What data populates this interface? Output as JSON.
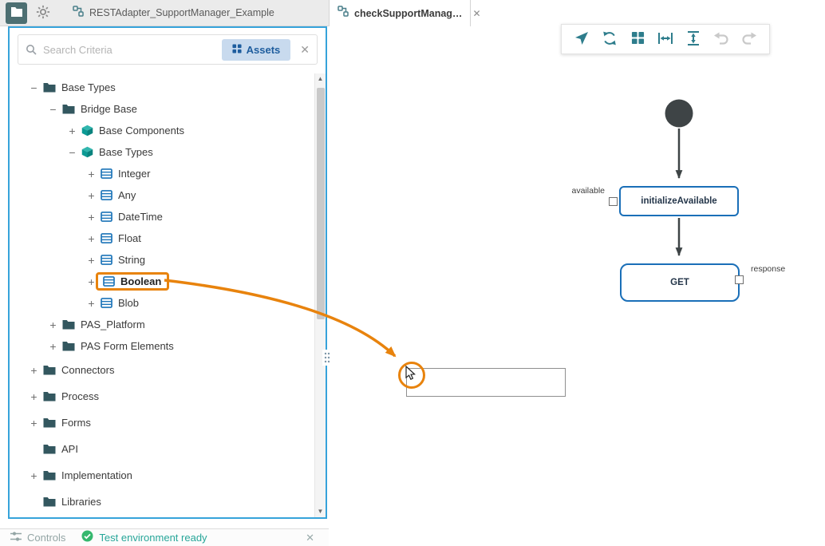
{
  "colors": {
    "panel_border": "#36a3da",
    "highlight_orange": "#e8830d",
    "node_border": "#1a6fb8",
    "status_green": "#27a699",
    "toolbar_teal": "#2e7d8c",
    "folder_icon": "#33575f",
    "type_icon_blue": "#1b74b8"
  },
  "topbar": {
    "project_tab": {
      "label": "RESTAdapter_SupportManager_Example"
    },
    "editor_tab": {
      "label": "checkSupportManag…",
      "close_label": "✕"
    }
  },
  "explorer": {
    "search": {
      "placeholder": "Search Criteria",
      "assets_button_label": "Assets",
      "close_label": "✕"
    },
    "tree": [
      {
        "label": "Base Types",
        "level": 0,
        "expander": "minus",
        "icon": "folder"
      },
      {
        "label": "Bridge Base",
        "level": 1,
        "expander": "minus",
        "icon": "folder"
      },
      {
        "label": "Base Components",
        "level": 2,
        "expander": "plus",
        "icon": "cube"
      },
      {
        "label": "Base Types",
        "level": 2,
        "expander": "minus",
        "icon": "cube"
      },
      {
        "label": "Integer",
        "level": 3,
        "expander": "plus",
        "icon": "type"
      },
      {
        "label": "Any",
        "level": 3,
        "expander": "plus",
        "icon": "type"
      },
      {
        "label": "DateTime",
        "level": 3,
        "expander": "plus",
        "icon": "type"
      },
      {
        "label": "Float",
        "level": 3,
        "expander": "plus",
        "icon": "type"
      },
      {
        "label": "String",
        "level": 3,
        "expander": "plus",
        "icon": "type"
      },
      {
        "label": "Boolean",
        "level": 3,
        "expander": "plus",
        "icon": "type",
        "highlighted": true
      },
      {
        "label": "Blob",
        "level": 3,
        "expander": "plus",
        "icon": "type"
      },
      {
        "label": "PAS_Platform",
        "level": 1,
        "expander": "plus",
        "icon": "folder"
      },
      {
        "label": "PAS Form Elements",
        "level": 1,
        "expander": "plus",
        "icon": "folder"
      },
      {
        "label": "Connectors",
        "level": 0,
        "expander": "plus",
        "icon": "folder",
        "tall": true
      },
      {
        "label": "Process",
        "level": 0,
        "expander": "plus",
        "icon": "folder",
        "tall": true
      },
      {
        "label": "Forms",
        "level": 0,
        "expander": "plus",
        "icon": "folder",
        "tall": true
      },
      {
        "label": "API",
        "level": 0,
        "expander": "none",
        "icon": "folder",
        "tall": true
      },
      {
        "label": "Implementation",
        "level": 0,
        "expander": "plus",
        "icon": "folder",
        "tall": true
      },
      {
        "label": "Libraries",
        "level": 0,
        "expander": "none",
        "icon": "folder",
        "tall": true
      }
    ]
  },
  "canvas_toolbar": {
    "buttons": [
      "navigate",
      "refresh",
      "layout-grid",
      "fit-width",
      "fit-height",
      "undo",
      "redo"
    ]
  },
  "diagram": {
    "nodes": [
      {
        "label": "initializeAvailable",
        "port_label": "available"
      },
      {
        "label": "GET",
        "port_label": "response"
      }
    ]
  },
  "statusbar": {
    "controls_label": "Controls",
    "status_text": "Test environment ready",
    "close_label": "✕"
  }
}
